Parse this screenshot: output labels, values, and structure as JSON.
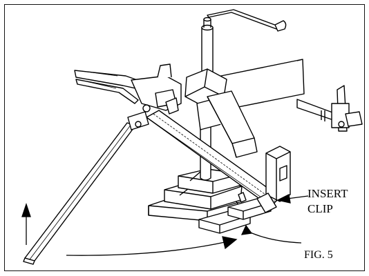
{
  "labels": {
    "insert_line1": "INSERT",
    "insert_line2": "CLIP",
    "figure": "FIG. 5"
  },
  "colors": {
    "ink": "#000000",
    "background": "#ffffff"
  }
}
